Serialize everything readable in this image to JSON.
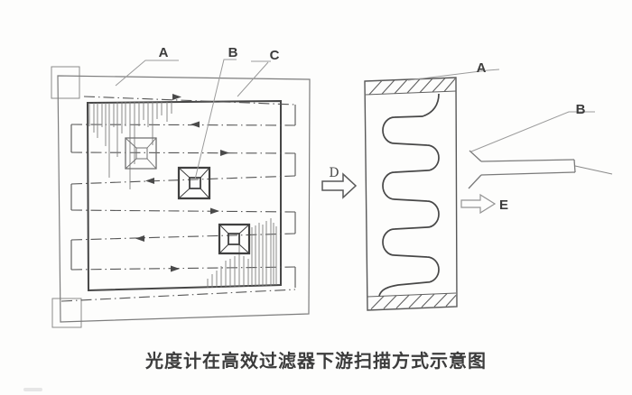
{
  "colors": {
    "background": "#fdfdfc",
    "ink_dark": "#474747",
    "ink_mid": "#6e6e6e",
    "ink_light": "#9a9a9a",
    "label_text": "#3c3c3c"
  },
  "front_view": {
    "frame_label": "A",
    "nozzle_label": "B",
    "scan_path_label": "C"
  },
  "side_view": {
    "filter_label": "A",
    "probe_label": "B",
    "inflow_label": "D",
    "outflow_label": "E"
  },
  "caption": "光度计在高效过滤器下游扫描方式示意图"
}
